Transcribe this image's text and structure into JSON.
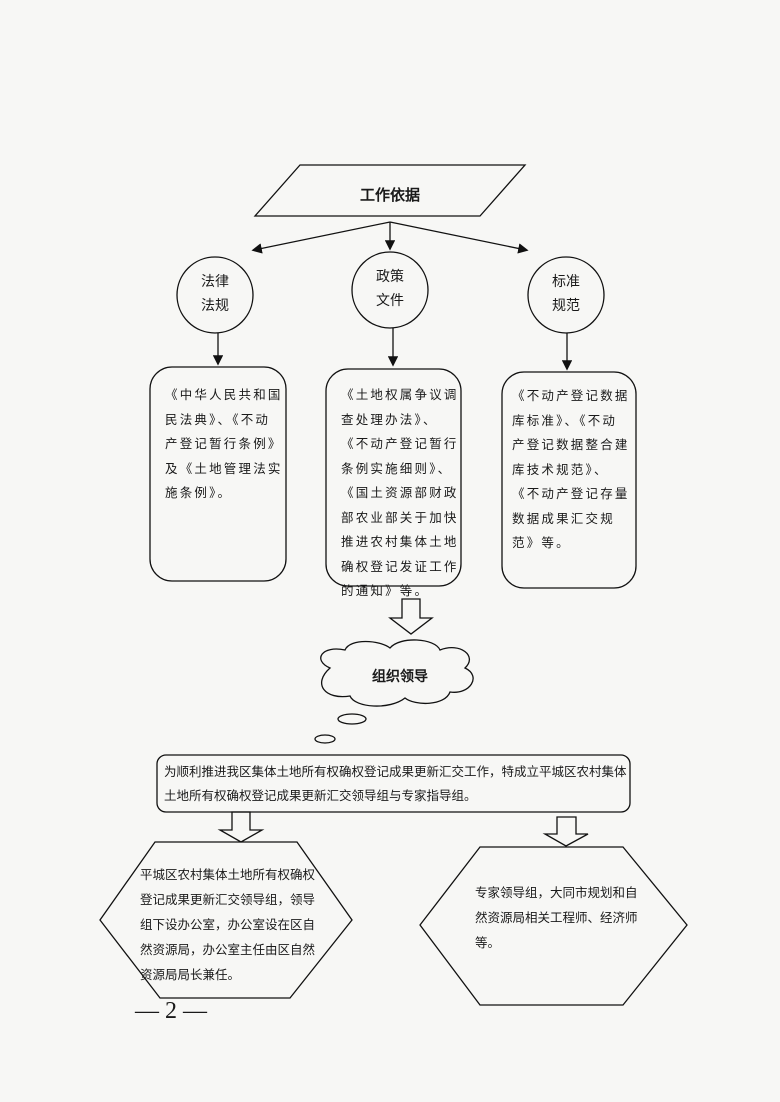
{
  "flowchart": {
    "root": {
      "label": "工作依据"
    },
    "categories": [
      {
        "label_line1": "法律",
        "label_line2": "法规",
        "content": "《中华人民共和国民法典》、《不动产登记暂行条例》及《土地管理法实施条例》。"
      },
      {
        "label_line1": "政策",
        "label_line2": "文件",
        "content": "《土地权属争议调查处理办法》、《不动产登记暂行条例实施细则》、《国土资源部财政部农业部关于加快推进农村集体土地确权登记发证工作的通知》等。"
      },
      {
        "label_line1": "标准",
        "label_line2": "规范",
        "content": "《不动产登记数据库标准》、《不动产登记数据整合建库技术规范》、《不动产登记存量数据成果汇交规范》等。"
      }
    ],
    "organization": {
      "label": "组织领导",
      "description": "为顺利推进我区集体土地所有权确权登记成果更新汇交工作，特成立平城区农村集体土地所有权确权登记成果更新汇交领导组与专家指导组。",
      "groups": [
        {
          "content": "平城区农村集体土地所有权确权登记成果更新汇交领导组，领导组下设办公室，办公室设在区自然资源局，办公室主任由区自然资源局局长兼任。"
        },
        {
          "content": "专家领导组，大同市规划和自然资源局相关工程师、经济师等。"
        }
      ]
    }
  },
  "page_number": "— 2 —"
}
